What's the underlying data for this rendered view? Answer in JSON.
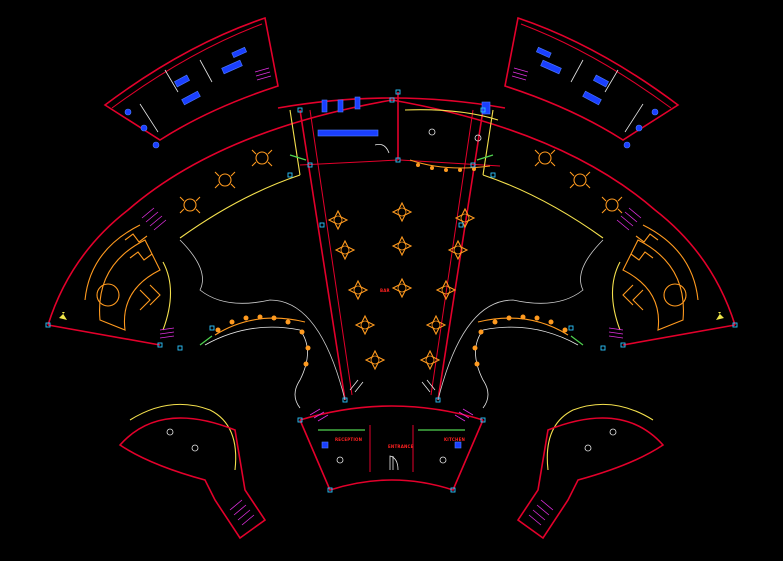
{
  "drawing": {
    "labels": {
      "center_hall": "BAR",
      "left_room": "RECEPTION",
      "entrance": "ENTRANCE",
      "right_room": "KITCHEN"
    }
  },
  "colors": {
    "background": "#000000",
    "walls": "#e3002b",
    "glazing": "#f4e04d",
    "furniture": "#ff9a1f",
    "fixtures": "#1a3fff",
    "stairs": "#e02fe0",
    "partitions": "#4fd34f",
    "columns": "#2ec6ff",
    "label": "#ff2020"
  }
}
